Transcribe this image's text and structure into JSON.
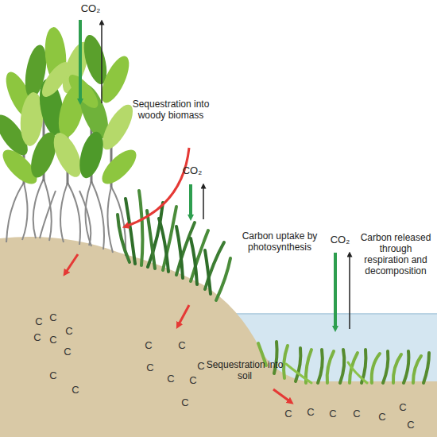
{
  "diagram": {
    "labels": [
      "CO₂",
      "Sequestration into woody biomass",
      "CO₂",
      "Carbon uptake by photosynthesis",
      "CO₂",
      "Carbon released through respiration and decomposition",
      "C",
      "C",
      "C",
      "C",
      "C",
      "C",
      "C",
      "C",
      "C",
      "C",
      "C",
      "C",
      "C",
      "C",
      "C",
      "Sequestration into soil",
      "C",
      "C",
      "C",
      "C",
      "C",
      "C",
      "C"
    ]
  }
}
